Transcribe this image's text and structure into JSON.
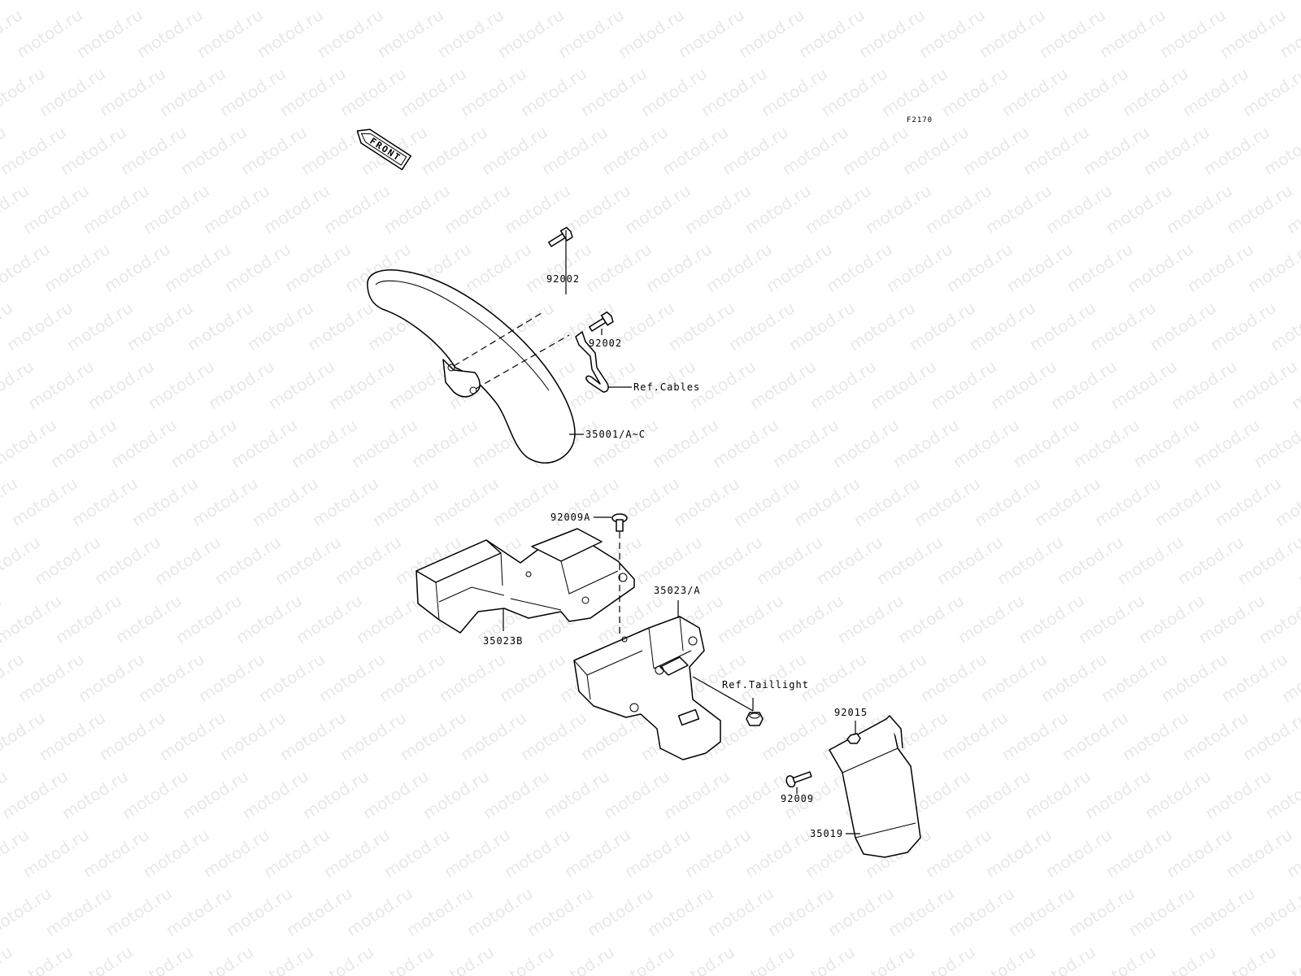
{
  "diagram": {
    "code": "F2170",
    "front_label": "FRONT",
    "watermark_text": "motod.ru",
    "labels": {
      "p92002_top": "92002",
      "p92002_side": "92002",
      "ref_cables": "Ref.Cables",
      "p35001": "35001/A~C",
      "p92009a": "92009A",
      "p35023a": "35023/A",
      "p35023b": "35023B",
      "ref_taillight": "Ref.Taillight",
      "p92015": "92015",
      "p92009": "92009",
      "p35019": "35019"
    }
  }
}
